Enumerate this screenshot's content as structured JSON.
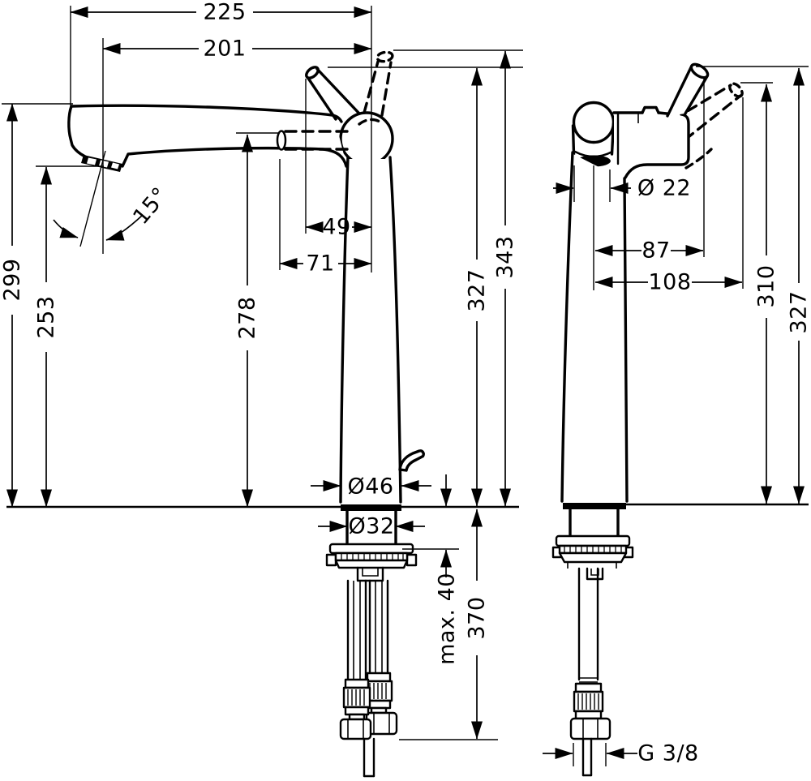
{
  "left_view": {
    "dimensions": {
      "total_depth": "225",
      "spout_reach": "201",
      "spout_height": "299",
      "aerator_height": "253",
      "connection_height": "278",
      "aerator_angle": "15°",
      "handle_tip_offset": "49",
      "supply_offset": "71",
      "fixture_height": "327",
      "handle_raised_height": "343",
      "base_diameter": "Ø46",
      "shank_diameter": "Ø32",
      "max_counter_thickness": "max. 40",
      "hose_length": "370"
    }
  },
  "right_view": {
    "dimensions": {
      "spout_diameter": "Ø 22",
      "handle_offset": "87",
      "handle_offset_raised": "108",
      "handle_top_height": "310",
      "fixture_height": "327",
      "supply_thread": "G 3/8"
    }
  },
  "style": {
    "line_color": "#000000",
    "background": "#ffffff"
  }
}
